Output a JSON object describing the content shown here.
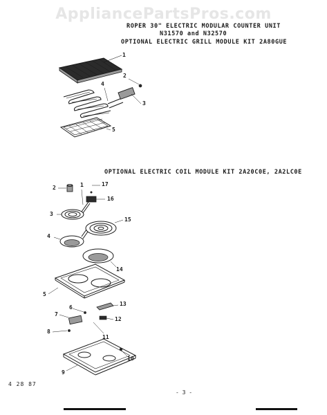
{
  "watermark": "AppliancePartsPros.com",
  "header": {
    "line1": "ROPER 30\" ELECTRIC MODULAR COUNTER UNIT",
    "line2": "N31570 and N32570",
    "line3": "OPTIONAL ELECTRIC GRILL MODULE KIT  2A80GUE"
  },
  "section2_title": "OPTIONAL ELECTRIC COIL MODULE KIT 2A20C0E, 2A2LC0E",
  "grill_labels": {
    "p1": "1",
    "p2": "2",
    "p3": "3",
    "p4": "4",
    "p5": "5"
  },
  "coil_labels": {
    "p1": "1",
    "p2": "2",
    "p3": "3",
    "p4": "4",
    "p5": "5",
    "p6": "6",
    "p7": "7",
    "p8": "8",
    "p9": "9",
    "p10": "10",
    "p11": "11",
    "p12": "12",
    "p13": "13",
    "p14": "14",
    "p15": "15",
    "p16": "16",
    "p17": "17"
  },
  "footer": {
    "date_code": "4 28 87",
    "page": "- 3 -"
  }
}
